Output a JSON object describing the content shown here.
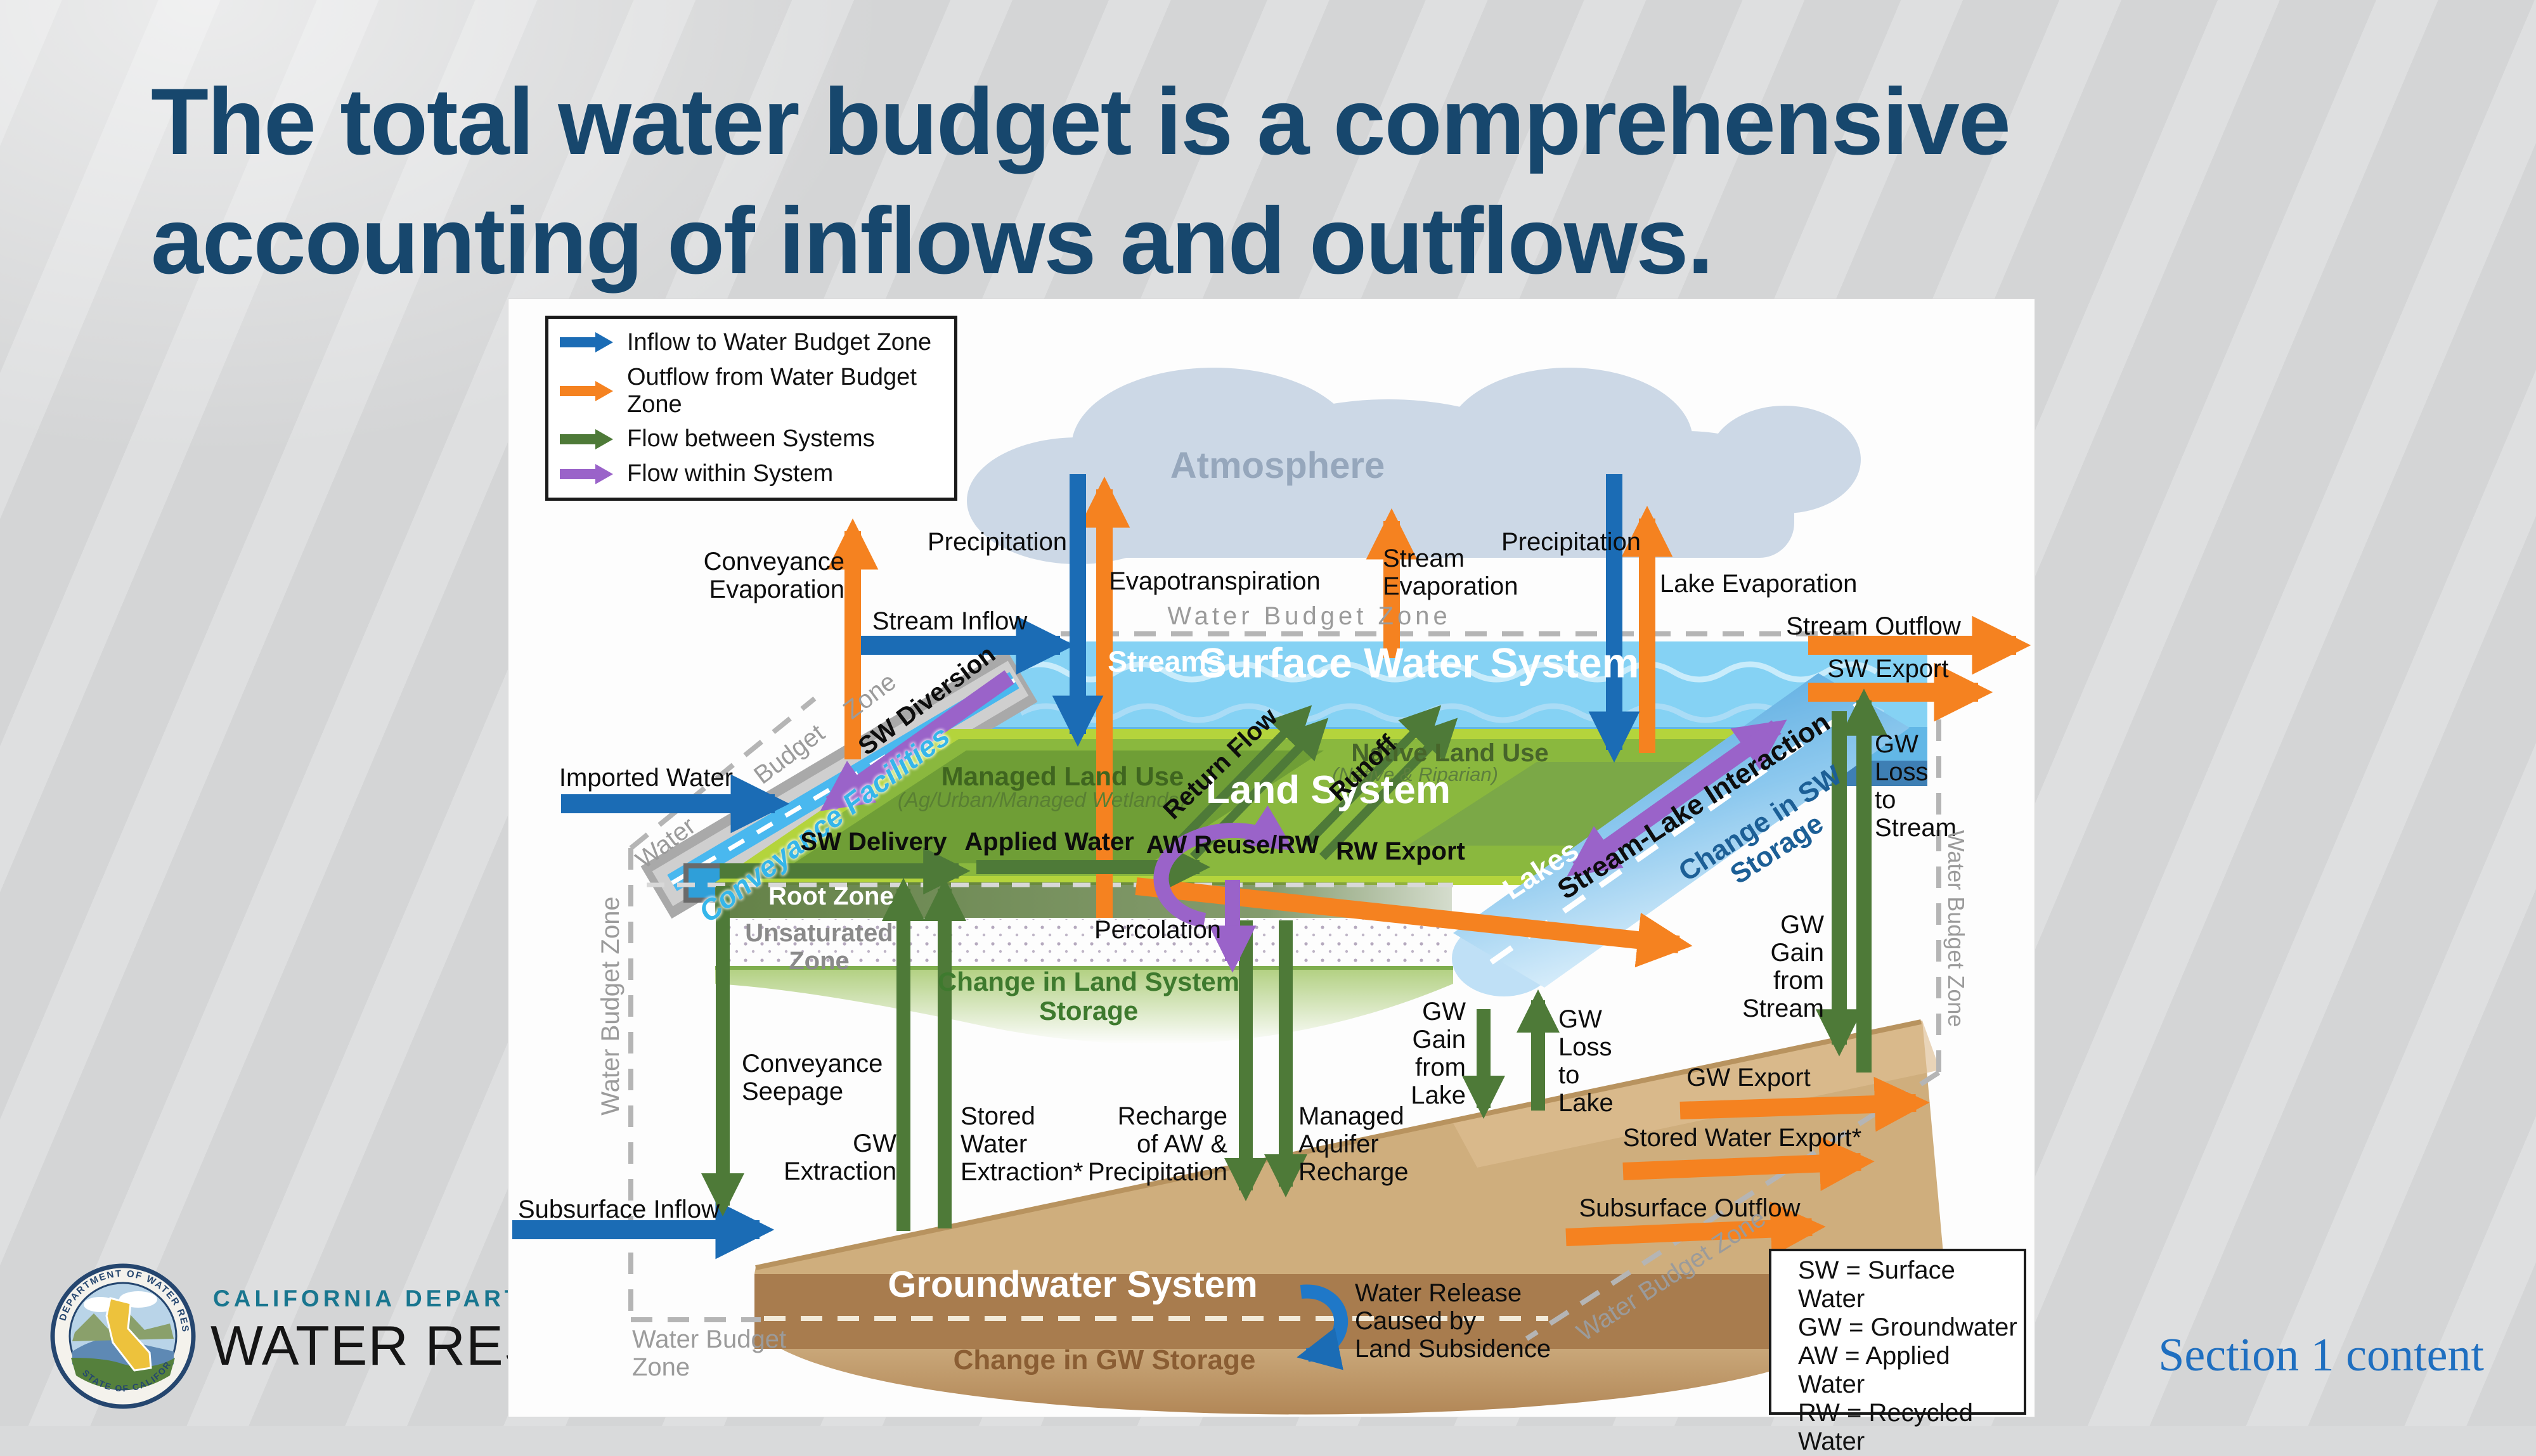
{
  "slide": {
    "title": "The total water budget is a comprehensive\naccounting of inflows and outflows.",
    "section_label": "Section 1 content"
  },
  "logo": {
    "org_line": "CALIFORNIA DEPARTMEN",
    "name_line": "WATER RES",
    "seal_ring_top": "DEPARTMENT OF WATER RESOURCES",
    "seal_ring_bottom": "STATE OF CALIFORNIA"
  },
  "legend": {
    "items": [
      {
        "label": "Inflow to Water Budget Zone",
        "color": "#1b6cb5"
      },
      {
        "label": "Outflow from Water Budget Zone",
        "color": "#f58220"
      },
      {
        "label": "Flow between Systems",
        "color": "#4e7a38"
      },
      {
        "label": "Flow within System",
        "color": "#9a63c9"
      }
    ]
  },
  "diagram": {
    "labels": {
      "atmosphere": "Atmosphere",
      "water_budget_zone_top": "Water  Budget  Zone",
      "conveyance_evaporation": "Conveyance\nEvaporation",
      "precipitation_left": "Precipitation",
      "evapotranspiration": "Evapotranspiration",
      "stream_evaporation": "Stream\nEvaporation",
      "precipitation_right": "Precipitation",
      "lake_evaporation": "Lake Evaporation",
      "stream_inflow": "Stream Inflow",
      "stream_outflow": "Stream Outflow",
      "sw_export": "SW Export",
      "streams": "Streams",
      "surface_water_system": "Surface Water System",
      "sw_diversion": "SW Diversion",
      "imported_water": "Imported Water",
      "conveyance_facilities": "Conveyance Facilities",
      "wb_conveyance": [
        "Water",
        "Budget",
        "Zone"
      ],
      "managed_land_use": "Managed Land Use",
      "managed_land_use_sub": "(Ag/Urban/Managed Wetlands)",
      "native_land_use": "Native Land Use",
      "native_land_use_sub": "(Native & Riparian)",
      "land_system": "Land System",
      "return_flow": "Return Flow",
      "runoff": "Runoff",
      "lakes": "Lakes",
      "stream_lake_interaction": "Stream-Lake Interaction",
      "change_sw_storage": "Change in SW\nStorage",
      "sw_delivery": "SW Delivery",
      "applied_water": "Applied Water",
      "aw_reuse": "AW Reuse/RW",
      "rw_export": "RW Export",
      "root_zone": "Root Zone",
      "unsaturated_zone": "Unsaturated\nZone",
      "percolation": "Percolation",
      "change_land_storage": "Change in Land System\nStorage",
      "gw_loss_stream": "GW\nLoss\nto\nStream",
      "gw_gain_stream": "GW\nGain\nfrom\nStream",
      "gw_loss_lake": "GW\nLoss\nto\nLake",
      "gw_gain_lake": "GW\nGain\nfrom\nLake",
      "conveyance_seepage": "Conveyance\nSeepage",
      "gw_extraction": "GW\nExtraction",
      "stored_water_extraction": "Stored\nWater\nExtraction*",
      "recharge_aw_precip": "Recharge\nof AW &\nPrecipitation",
      "managed_aquifer_recharge": "Managed\nAquifer\nRecharge",
      "gw_export": "GW Export",
      "stored_water_export": "Stored Water Export*",
      "subsurface_outflow": "Subsurface Outflow",
      "subsurface_inflow": "Subsurface Inflow",
      "groundwater_system": "Groundwater System",
      "water_release": "Water Release\nCaused by\nLand Subsidence",
      "change_gw_storage": "Change in GW Storage",
      "wbz_left": "Water Budget Zone",
      "wbz_right": "Water Budget Zone",
      "wbz_bottom_left": "Water Budget\nZone",
      "wbz_bottom_right": "Water Budget Zone"
    },
    "abbreviations": [
      "SW = Surface Water",
      "GW = Groundwater",
      "AW = Applied Water",
      "RW = Recycled Water"
    ]
  },
  "colors": {
    "background": "#d9dadb",
    "panel": "#fdfdfd",
    "title": "#17476d",
    "section_label": "#1f6fc0",
    "inflow_blue": "#1b6cb5",
    "outflow_orange": "#f58220",
    "between_green": "#4e7a38",
    "within_purple": "#9a63c9",
    "stream_band": "#85d2f4",
    "land_green": "#8ab83e",
    "groundwater_tan": "#cfae7d",
    "cloud": "#ccd8e6"
  }
}
